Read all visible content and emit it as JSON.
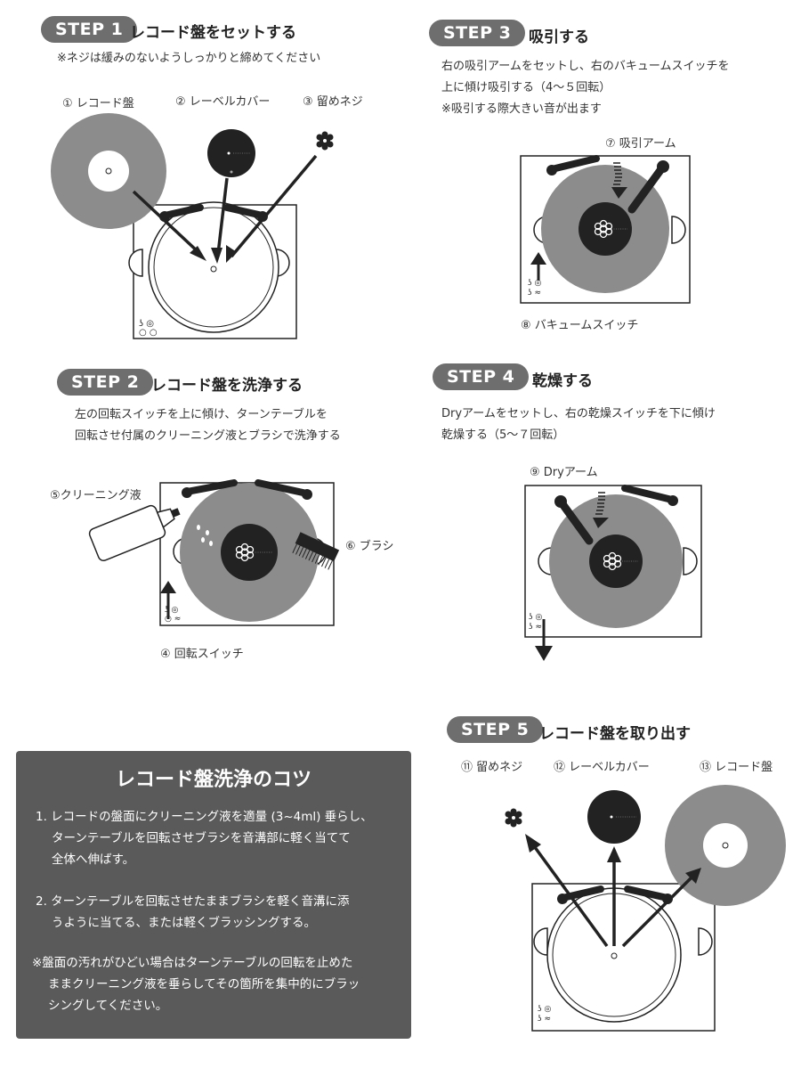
{
  "step1": {
    "badge": "STEP 1",
    "title": "レコード盤をセットする",
    "note": "※ネジは緩みのないようしっかりと締めてください",
    "labels": [
      "① レコード盤",
      "② レーベルカバー",
      "③ 留めネジ"
    ]
  },
  "step2": {
    "badge": "STEP 2",
    "title": "レコード盤を洗浄する",
    "lines": [
      "左の回転スイッチを上に傾け、ターンテーブルを",
      "回転させ付属のクリーニング液とブラシで洗浄する"
    ],
    "labels": {
      "liquid": "⑤クリーニング液",
      "brush": "⑥ ブラシ",
      "switch": "④ 回転スイッチ"
    }
  },
  "step3": {
    "badge": "STEP 3",
    "title": "吸引する",
    "lines": [
      "右の吸引アームをセットし、右のバキュームスイッチを",
      "上に傾け吸引する（4〜５回転）",
      "※吸引する際大きい音が出ます"
    ],
    "labels": {
      "arm": "⑦ 吸引アーム",
      "switch": "⑧ バキュームスイッチ"
    }
  },
  "step4": {
    "badge": "STEP 4",
    "title": "乾燥する",
    "lines": [
      "Dryアームをセットし、右の乾燥スイッチを下に傾け",
      "乾燥する（5〜７回転）"
    ],
    "labels": {
      "arm": "⑨ Dryアーム"
    }
  },
  "step5": {
    "badge": "STEP 5",
    "title": "レコード盤を取り出す",
    "labels": [
      "⑪ 留めネジ",
      "⑫ レーベルカバー",
      "⑬ レコード盤"
    ]
  },
  "tips": {
    "title": "レコード盤洗浄のコツ",
    "item1": [
      "1. レコードの盤面にクリーニング液を適量 (3~4ml) 垂らし、",
      "ターンテーブルを回転させブラシを音溝部に軽く当てて",
      "全体へ伸ばす。"
    ],
    "item2": [
      "2. ターンテーブルを回転させたままブラシを軽く音溝に添",
      "うように当てる、または軽くブラッシングする。"
    ],
    "note": [
      "※盤面の汚れがひどい場合はターンテーブルの回転を止めた",
      "ままクリーニング液を垂らしてその箇所を集中的にブラッ",
      "シングしてください。"
    ]
  },
  "colors": {
    "badge": "#6e6e6e",
    "disc": "#8c8c8c",
    "panel": "#5a5a5a"
  }
}
